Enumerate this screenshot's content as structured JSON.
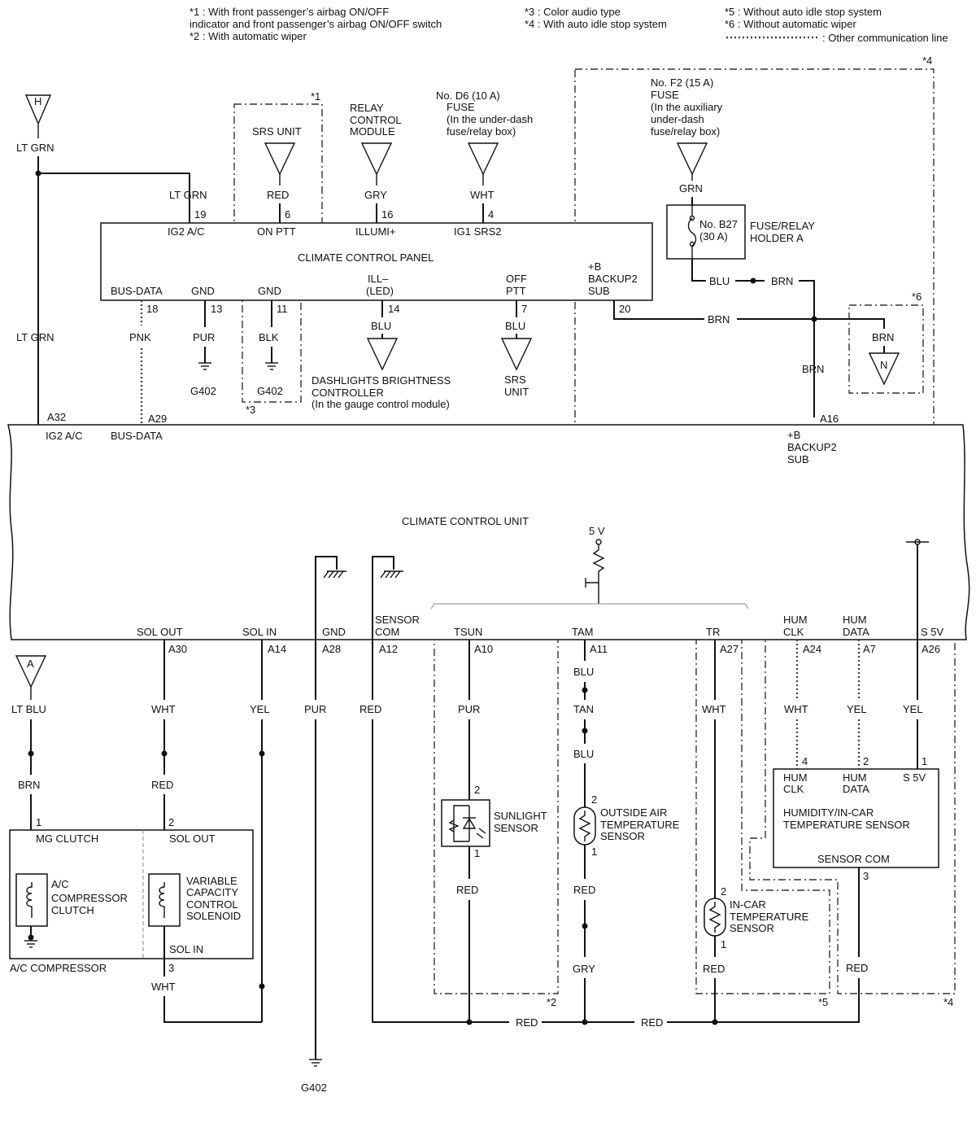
{
  "notes": {
    "n1a": "*1 : With front passenger’s airbag ON/OFF",
    "n1b": "indicator and front passenger’s airbag ON/OFF switch",
    "n2": "*2 : With automatic wiper",
    "n3": "*3 : Color audio type",
    "n4": "*4 : With auto idle stop system",
    "n5": "*5 : Without auto idle stop system",
    "n6": "*6 : Without automatic wiper",
    "n7": ": Other communication line"
  },
  "flags": {
    "f1": "*1",
    "f2": "*2",
    "f3": "*3",
    "f4": "*4",
    "f5": "*5",
    "f6": "*6"
  },
  "connectors": {
    "H": "H",
    "A": "A",
    "N": "N"
  },
  "top": {
    "srs_unit": "SRS UNIT",
    "relay1": "RELAY",
    "relay2": "CONTROL",
    "relay3": "MODULE",
    "d6_1": "No. D6 (10 A)",
    "d6_2": "FUSE",
    "d6_3": "(In the under-dash",
    "d6_4": "fuse/relay box)",
    "f2_1": "No. F2 (15 A)",
    "f2_2": "FUSE",
    "f2_3": "(In the auxiliary",
    "f2_4": "under-dash",
    "f2_5": "fuse/relay box)",
    "b27_1": "No. B27",
    "b27_2": "(30 A)",
    "holder1": "FUSE/RELAY",
    "holder2": "HOLDER A"
  },
  "ccp": {
    "title": "CLIMATE CONTROL PANEL",
    "ig2ac": "IG2 A/C",
    "onptt": "ON PTT",
    "illumi": "ILLUMI+",
    "ig1srs2": "IG1 SRS2",
    "busdata": "BUS-DATA",
    "gnd": "GND",
    "ill1": "ILL–",
    "ill2": "(LED)",
    "off1": "OFF",
    "off2": "PTT",
    "b1": "+B",
    "b2": "BACKUP2",
    "b3": "SUB"
  },
  "pins": {
    "p19": "19",
    "p6": "6",
    "p16": "16",
    "p4": "4",
    "p18": "18",
    "p13": "13",
    "p11": "11",
    "p14": "14",
    "p7": "7",
    "p20": "20",
    "a32": "A32",
    "a29": "A29",
    "a16": "A16",
    "a30": "A30",
    "a14": "A14",
    "a28": "A28",
    "a12": "A12",
    "a10": "A10",
    "a11": "A11",
    "a27": "A27",
    "a24": "A24",
    "a7": "A7",
    "a26": "A26",
    "c1": "1",
    "c2": "2",
    "c3": "3",
    "c4": "4"
  },
  "wires": {
    "ltgrn": "LT GRN",
    "red": "RED",
    "gry": "GRY",
    "wht": "WHT",
    "grn": "GRN",
    "blu": "BLU",
    "brn": "BRN",
    "pnk": "PNK",
    "pur": "PUR",
    "blk": "BLK",
    "ltblu": "LT BLU",
    "yel": "YEL",
    "tan": "TAN"
  },
  "grounds": {
    "g402": "G402"
  },
  "loads": {
    "dash1": "DASHLIGHTS BRIGHTNESS",
    "dash2": "CONTROLLER",
    "dash3": "(In the gauge control module)",
    "srs1": "SRS",
    "srs2": "UNIT"
  },
  "ccu": {
    "title": "CLIMATE CONTROL UNIT",
    "ig2ac": "IG2 A/C",
    "busdata": "BUS-DATA",
    "b1": "+B",
    "b2": "BACKUP2",
    "b3": "SUB",
    "v5": "5 V",
    "solout": "SOL OUT",
    "solin": "SOL IN",
    "gnd": "GND",
    "sensor1": "SENSOR",
    "sensor2": "COM",
    "tsun": "TSUN",
    "tam": "TAM",
    "tr": "TR",
    "humclk1": "HUM",
    "humclk2": "CLK",
    "humdata1": "HUM",
    "humdata2": "DATA",
    "s5v": "S 5V"
  },
  "comp": {
    "mgclutch": "MG CLUTCH",
    "solout": "SOL OUT",
    "solin": "SOL IN",
    "clutch1": "A/C",
    "clutch2": "COMPRESSOR",
    "clutch3": "CLUTCH",
    "sol1": "VARIABLE",
    "sol2": "CAPACITY",
    "sol3": "CONTROL",
    "sol4": "SOLENOID",
    "title": "A/C COMPRESSOR"
  },
  "sensors": {
    "sun1": "SUNLIGHT",
    "sun2": "SENSOR",
    "oat1": "OUTSIDE AIR",
    "oat2": "TEMPERATURE",
    "oat3": "SENSOR",
    "ict1": "IN-CAR",
    "ict2": "TEMPERATURE",
    "ict3": "SENSOR",
    "hum1": "HUMIDITY/IN-CAR",
    "hum2": "TEMPERATURE SENSOR",
    "humclk1": "HUM",
    "humclk2": "CLK",
    "humdata1": "HUM",
    "humdata2": "DATA",
    "s5v": "S 5V",
    "sensorcom": "SENSOR COM"
  }
}
